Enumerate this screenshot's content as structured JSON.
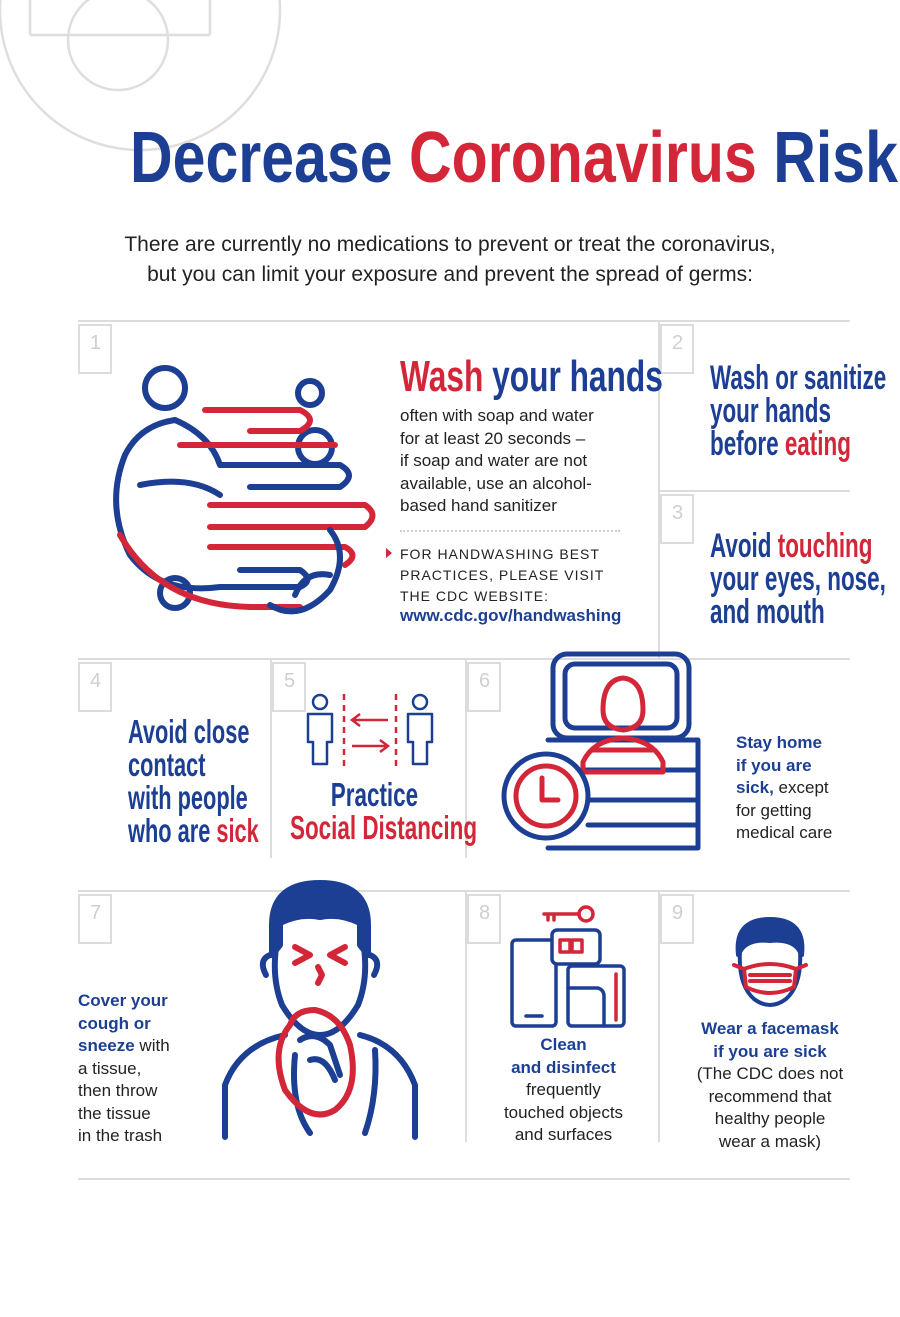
{
  "title": {
    "part1": "Decrease",
    "part2": "Coronavirus",
    "part3": "Risk"
  },
  "intro": {
    "line1": "There are currently no medications to prevent or treat the coronavirus,",
    "line2": "but you can limit your exposure and prevent the spread of germs:"
  },
  "tips": [
    {
      "number": "1",
      "heading_red": "Wash",
      "heading_blue": "your hands",
      "body": [
        "often with soap and water",
        "for at least 20 seconds –",
        "if soap and water are not",
        "available, use an alcohol-",
        "based hand sanitizer"
      ],
      "note": [
        "FOR HANDWASHING BEST",
        "PRACTICES, PLEASE VISIT",
        "THE CDC WEBSITE:"
      ],
      "link": "www.cdc.gov/handwashing"
    },
    {
      "number": "2",
      "line1": "Wash or sanitize",
      "line2": "your hands",
      "line3_blue": "before",
      "line3_red": "eating"
    },
    {
      "number": "3",
      "line1_blue": "Avoid",
      "line1_red": "touching",
      "line2": "your eyes, nose,",
      "line3": "and mouth"
    },
    {
      "number": "4",
      "line1": "Avoid close",
      "line2": "contact",
      "line3": "with people",
      "line4_blue": "who are",
      "line4_red": "sick"
    },
    {
      "number": "5",
      "line1": "Practice",
      "line2": "Social Distancing"
    },
    {
      "number": "6",
      "bold1": "Stay home",
      "bold2": "if you are",
      "bold3": "sick,",
      "rest3": " except",
      "line4": "for getting",
      "line5": "medical care"
    },
    {
      "number": "7",
      "bold1": "Cover your",
      "bold2": "cough or",
      "bold3": "sneeze",
      "rest3": " with",
      "line4": "a tissue,",
      "line5": "then throw",
      "line6": "the tissue",
      "line7": "in the trash"
    },
    {
      "number": "8",
      "bold1": "Clean",
      "bold2": "and disinfect",
      "line3": "frequently",
      "line4": "touched objects",
      "line5": "and surfaces"
    },
    {
      "number": "9",
      "bold1": "Wear a facemask",
      "bold2": "if you are sick",
      "line3": "(The CDC does not",
      "line4": "recommend that",
      "line5": "healthy people",
      "line6": "wear a mask)"
    }
  ],
  "colors": {
    "blue": "#1c3f94",
    "red": "#d32638",
    "grid": "#dcdcdc"
  },
  "icons": [
    "hands-washing-icon",
    "social-distance-icon",
    "sick-in-bed-icon",
    "coughing-person-icon",
    "phone-wallet-keys-icon",
    "facemask-icon"
  ]
}
